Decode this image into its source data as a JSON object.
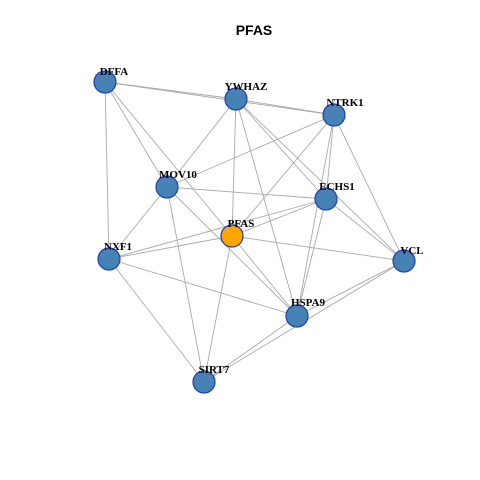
{
  "title": "PFAS",
  "colors": {
    "node_default": "#4682b4",
    "node_highlight": "#ffa500",
    "node_border": "#1f3fb4",
    "edge": "#a9a9a9"
  },
  "nodes": [
    {
      "id": "DFFA",
      "label": "DFFA",
      "highlight": false
    },
    {
      "id": "YWHAZ",
      "label": "YWHAZ",
      "highlight": false
    },
    {
      "id": "NTRK1",
      "label": "NTRK1",
      "highlight": false
    },
    {
      "id": "MOV10",
      "label": "MOV10",
      "highlight": false
    },
    {
      "id": "ECHS1",
      "label": "ECHS1",
      "highlight": false
    },
    {
      "id": "PFAS",
      "label": "PFAS",
      "highlight": true
    },
    {
      "id": "NXF1",
      "label": "NXF1",
      "highlight": false
    },
    {
      "id": "VCL",
      "label": "VCL",
      "highlight": false
    },
    {
      "id": "HSPA9",
      "label": "HSPA9",
      "highlight": false
    },
    {
      "id": "SIRT7",
      "label": "SIRT7",
      "highlight": false
    }
  ],
  "edges": [
    [
      "DFFA",
      "YWHAZ"
    ],
    [
      "DFFA",
      "NTRK1"
    ],
    [
      "DFFA",
      "MOV10"
    ],
    [
      "DFFA",
      "NXF1"
    ],
    [
      "DFFA",
      "PFAS"
    ],
    [
      "YWHAZ",
      "NTRK1"
    ],
    [
      "YWHAZ",
      "MOV10"
    ],
    [
      "YWHAZ",
      "ECHS1"
    ],
    [
      "YWHAZ",
      "PFAS"
    ],
    [
      "YWHAZ",
      "VCL"
    ],
    [
      "YWHAZ",
      "HSPA9"
    ],
    [
      "NTRK1",
      "MOV10"
    ],
    [
      "NTRK1",
      "ECHS1"
    ],
    [
      "NTRK1",
      "PFAS"
    ],
    [
      "NTRK1",
      "VCL"
    ],
    [
      "NTRK1",
      "HSPA9"
    ],
    [
      "MOV10",
      "ECHS1"
    ],
    [
      "MOV10",
      "NXF1"
    ],
    [
      "MOV10",
      "SIRT7"
    ],
    [
      "MOV10",
      "HSPA9"
    ],
    [
      "ECHS1",
      "PFAS"
    ],
    [
      "ECHS1",
      "NXF1"
    ],
    [
      "ECHS1",
      "VCL"
    ],
    [
      "ECHS1",
      "HSPA9"
    ],
    [
      "PFAS",
      "NXF1"
    ],
    [
      "PFAS",
      "VCL"
    ],
    [
      "PFAS",
      "SIRT7"
    ],
    [
      "PFAS",
      "HSPA9"
    ],
    [
      "NXF1",
      "SIRT7"
    ],
    [
      "NXF1",
      "HSPA9"
    ],
    [
      "VCL",
      "HSPA9"
    ],
    [
      "VCL",
      "SIRT7"
    ],
    [
      "HSPA9",
      "SIRT7"
    ]
  ]
}
